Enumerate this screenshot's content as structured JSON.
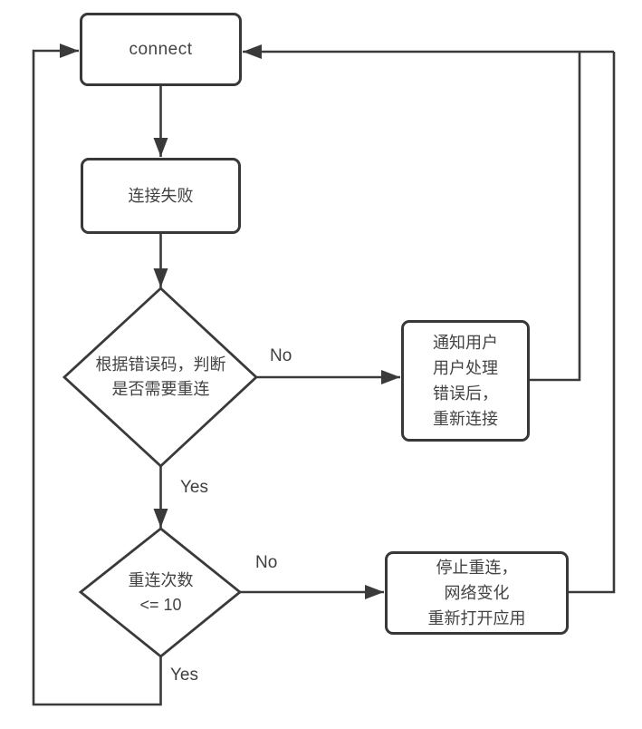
{
  "diagram": {
    "background": "#ffffff",
    "line_color": "#3a3a3a",
    "text_color": "#434343",
    "nodes": {
      "connect": {
        "label": "connect",
        "shape": "rounded-rect"
      },
      "connection_failed": {
        "label": "连接失败",
        "shape": "rounded-rect"
      },
      "check_error_code": {
        "label": "根据错误码，判断\n是否需要重连",
        "shape": "diamond"
      },
      "notify_user": {
        "label": "通知用户\n用户处理\n错误后，\n重新连接",
        "shape": "rounded-rect"
      },
      "retry_count": {
        "label": "重连次数\n<= 10",
        "shape": "diamond"
      },
      "stop_reconnect": {
        "label": "停止重连，\n网络变化\n重新打开应用",
        "shape": "rounded-rect"
      }
    },
    "edge_labels": {
      "check_no": "No",
      "check_yes": "Yes",
      "retry_no": "No",
      "retry_yes": "Yes"
    }
  }
}
